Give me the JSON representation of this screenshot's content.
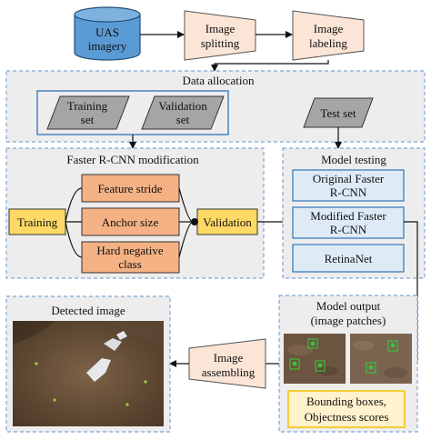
{
  "nodes": {
    "uas_imagery": [
      "UAS",
      "imagery"
    ],
    "image_splitting": [
      "Image",
      "splitting"
    ],
    "image_labeling": [
      "Image",
      "labeling"
    ],
    "data_allocation": "Data allocation",
    "training_set": [
      "Training",
      "set"
    ],
    "validation_set": [
      "Validation",
      "set"
    ],
    "test_set": "Test set",
    "frcnn_modification": "Faster R-CNN modification",
    "training": "Training",
    "feature_stride": "Feature stride",
    "anchor_size": "Anchor size",
    "hard_negative_class": [
      "Hard negative",
      "class"
    ],
    "validation": "Validation",
    "model_testing": "Model testing",
    "original_frcnn": [
      "Original Faster",
      "R-CNN"
    ],
    "modified_frcnn": [
      "Modified Faster",
      "R-CNN"
    ],
    "retinanet": "RetinaNet",
    "model_output": [
      "Model output",
      "(image patches)"
    ],
    "bounding_boxes": [
      "Bounding boxes,",
      "Objectness scores"
    ],
    "image_assembling": [
      "Image",
      "assembling"
    ],
    "detected_image": "Detected image"
  },
  "colors": {
    "cylinder_blue": "#5b9bd5",
    "peach": "#fbe5d6",
    "grey_group": "#ededed",
    "dashed_border": "#7ea6d6",
    "parallelogram_grey": "#a5a5a5",
    "orange": "#f4b183",
    "yellow": "#ffd966",
    "light_blue": "#deebf7",
    "blue_border": "#2e75b6"
  }
}
